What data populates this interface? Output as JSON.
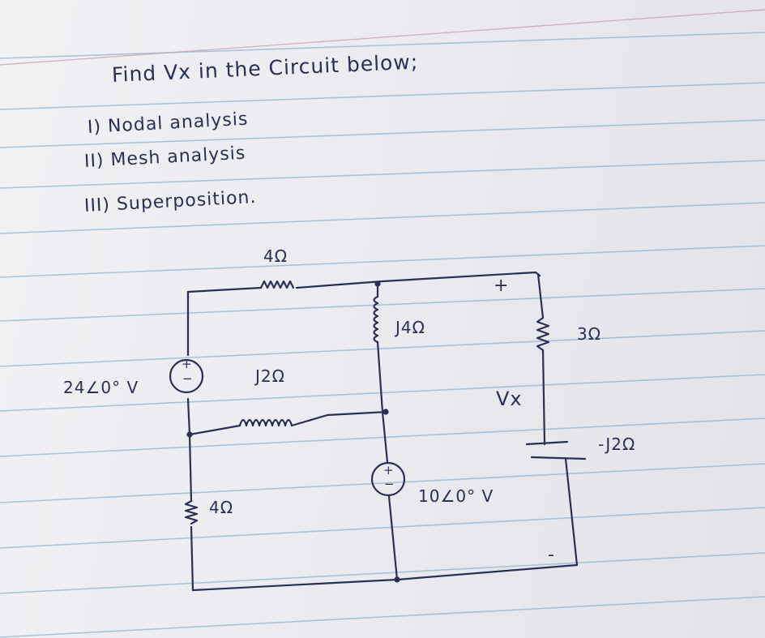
{
  "problem": {
    "title": "Find Vx in the Circuit below;",
    "methods": [
      "I) Nodal analysis",
      "II) Mesh analysis",
      "III) Superposition."
    ]
  },
  "circuit": {
    "labels": {
      "r4_top": "4Ω",
      "j4": "J4Ω",
      "r3": "3Ω",
      "source_24": "24∠0° V",
      "j2": "J2Ω",
      "vx": "Vx",
      "cap": "-J2Ω",
      "source_10": "10∠0° V",
      "r4_bottom": "4Ω",
      "vx_plus": "+",
      "vx_minus": "-"
    },
    "source_signs": {
      "plus": "+",
      "minus": "−"
    }
  },
  "colors": {
    "ink": "#2a2f55",
    "rule_line": "#8fb6cf",
    "margin_line": "#c9a7b0",
    "paper": "#eeeef2"
  }
}
